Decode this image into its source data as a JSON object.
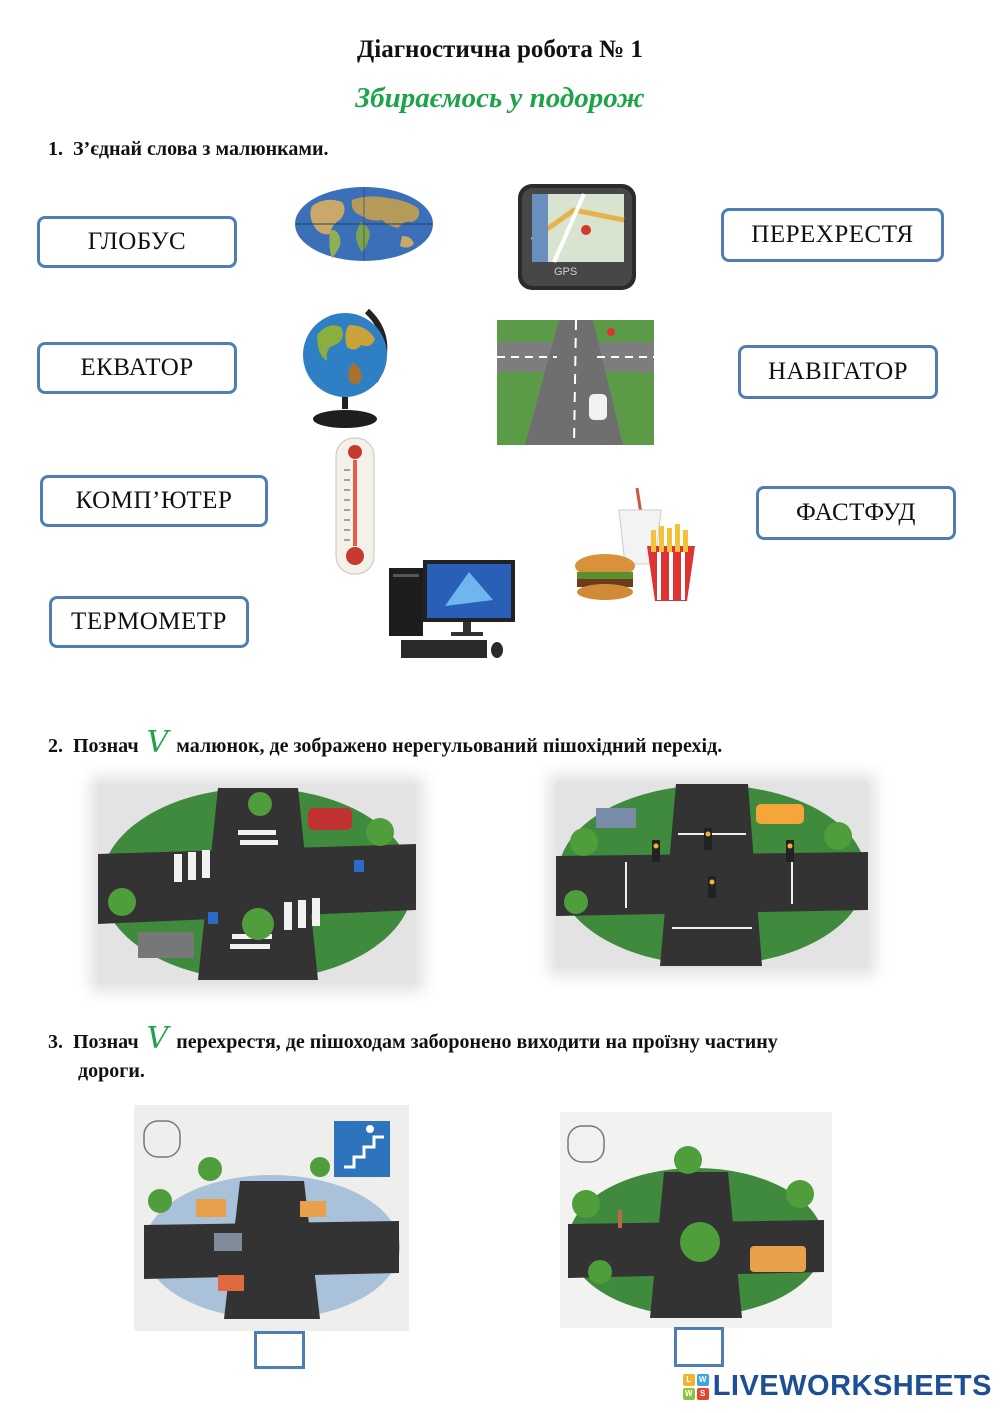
{
  "title": "Діагностична робота № 1",
  "subtitle": "Збираємось у подорож",
  "task1": {
    "number": "1.",
    "text": "З’єднай слова з малюнками."
  },
  "words": {
    "globus": "ГЛОБУС",
    "ekvator": "ЕКВАТОР",
    "kompyuter": "КОМП’ЮТЕР",
    "termometr": "ТЕРМОМЕТР",
    "perekhrestya": "ПЕРЕХРЕСТЯ",
    "navigator": "НАВІГАТОР",
    "fastfud": "ФАСТФУД"
  },
  "gps_label": "GPS",
  "task2": {
    "number": "2.",
    "before": "Познач",
    "mark": "V",
    "after": "малюнок, де зображено нерегульований пішохідний перехід."
  },
  "task3": {
    "number": "3.",
    "before": "Познач",
    "mark": "V",
    "after": "перехрестя, де пішоходам заборонено виходити на проїзну частину",
    "line2": "дороги."
  },
  "footer": {
    "logo_text": "LIVEWORKSHEETS",
    "logo_letters": [
      "L",
      "W",
      "W",
      "S"
    ]
  },
  "colors": {
    "accent": "#1fa34a",
    "box_border": "#4f7eb5",
    "logo": "#1c4f95"
  }
}
